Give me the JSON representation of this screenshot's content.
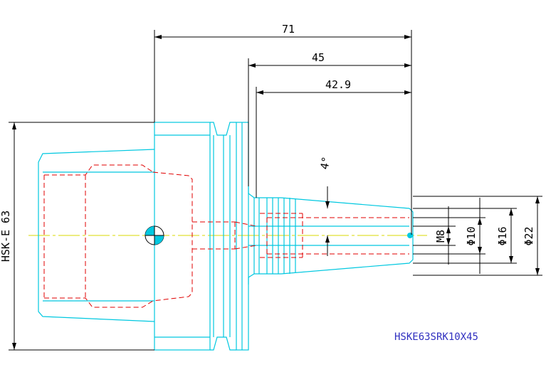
{
  "drawing": {
    "dimensions": {
      "overall_length": "71",
      "shank_length": "45",
      "bore_depth": "42.9",
      "taper_angle": "4°",
      "thread": "M8",
      "dia_10": "Φ10",
      "dia_16": "Φ16",
      "dia_22": "Φ22",
      "interface": "HSK-E 63"
    },
    "part_number": "HSKE63SRK10X45",
    "colors": {
      "outline": "#00c8e0",
      "hidden": "#e00000",
      "dimension": "#000000",
      "centerline": "#d8d800",
      "label": "#3030c0"
    }
  }
}
